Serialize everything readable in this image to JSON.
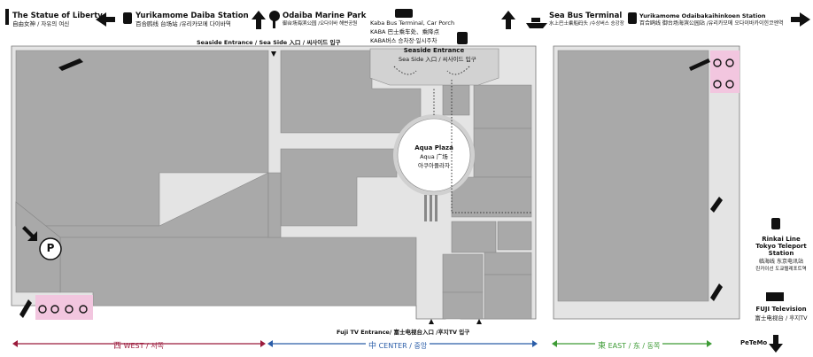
{
  "header": {
    "statue_title": "The Statue of Liberty",
    "statue_sub": "自由女神 / 자유의 여신",
    "daiba_title": "Yurikamome Daiba Station",
    "daiba_sub": "百合鸥线 台场站 /유리카모메 다이바역",
    "marine_title": "Odaiba Marine Park",
    "marine_sub": "御台场海滨公园 /오다이바 해변공원",
    "kaba_title": "Kaba Bus Terminal, Car Porch",
    "kaba_sub1": "KABA 巴士乘车处、乘降点",
    "kaba_sub2": "KABA버스 승차장·일시주차",
    "seabus_title": "Sea Bus Terminal",
    "seabus_sub": "水上巴士乘船码头 /수상버스 승강장",
    "kaihin_title": "Yurikamome Odaibakaihinkoen Station",
    "kaihin_sub": "百合鸥线 御台场海滨公园站 /유리카모메 오다이바카이힌코엔역"
  },
  "map": {
    "seaside_entrance_top": "Seaside Entrance / Sea Side 入口 / 씨사이드 입구",
    "seaside_entrance_title": "Seaside Entrance",
    "seaside_entrance_sub": "Sea Side 入口 / 씨사이드 입구",
    "aqua_title": "Aqua Plaza",
    "aqua_sub1": "Aqua 广场",
    "aqua_sub2": "아쿠아플라자",
    "parking": "P",
    "fuji_entrance": "Fuji TV Entrance/ 富士电视台入口 /후지TV 입구"
  },
  "right_panel": {
    "rinkai_1": "Rinkai Line",
    "rinkai_2": "Tokyo Teleport",
    "rinkai_3": "Station",
    "rinkai_4": "临海线 东京电讯站",
    "rinkai_5": "린카이선 도쿄텔레포트역",
    "fuji_title": "FUJI Television",
    "fuji_sub": "富士电视台 / 후지TV",
    "petemo": "PeTeMo"
  },
  "legend": {
    "west_kanji": "西",
    "west_label": "WEST",
    "west_rest": "/ 서쪽",
    "center_kanji": "中",
    "center_label": "CENTER",
    "center_rest": "/ 중앙",
    "east_kanji": "東",
    "east_label": "EAST",
    "east_rest": "/ 东 / 동쪽"
  },
  "colors": {
    "building": "#a9a9a9",
    "corridor": "#e4e4e4",
    "west": "#9b1b3c",
    "center": "#2a5da8",
    "east": "#3d9b35",
    "bike_zone": "#f2c6df"
  }
}
